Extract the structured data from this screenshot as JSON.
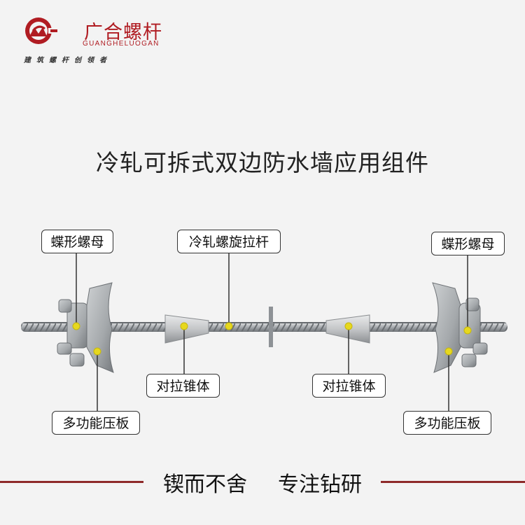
{
  "brand": {
    "name": "广合螺杆",
    "pinyin": "GUANGHELUOGAN",
    "slogan": "建筑螺杆创领者",
    "logo_color": "#b01c22"
  },
  "title": "冷轧可拆式双边防水墙应用组件",
  "labels": {
    "left_wing_nut": "蝶形螺母",
    "rod": "冷轧螺旋拉杆",
    "right_wing_nut": "蝶形螺母",
    "left_cone": "对拉锥体",
    "right_cone": "对拉锥体",
    "left_plate": "多功能压板",
    "right_plate": "多功能压板"
  },
  "footer": {
    "left": "锲而不舍",
    "right": "专注钻研",
    "line_color": "#8e2a2a"
  },
  "colors": {
    "marker": "#e7d81e",
    "metal": "#a9adb0"
  }
}
